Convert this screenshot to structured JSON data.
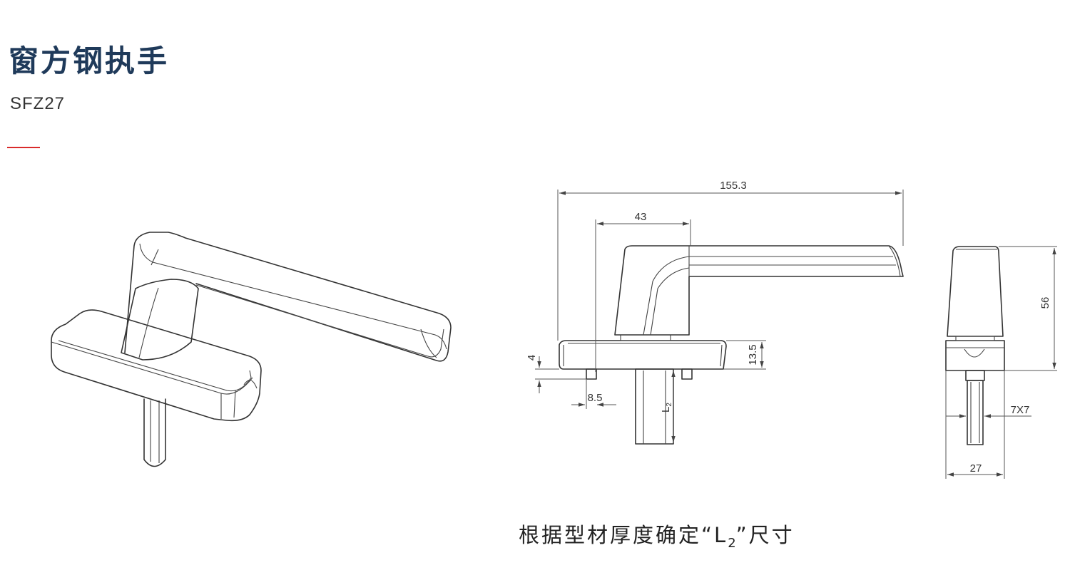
{
  "header": {
    "title": "窗方钢执手",
    "model": "SFZ27",
    "accent_color": "#d92b2b",
    "title_color": "#1f3a5a"
  },
  "drawing": {
    "dimensions": {
      "overall_length": "155.3",
      "handle_offset": "43",
      "base_height_13_5": "13.5",
      "base_step_4": "4",
      "pin_offset": "8.5",
      "spindle_length": "L",
      "spindle_length_sub": "2",
      "total_height": "56",
      "spindle_size": "7X7",
      "side_width": "27"
    }
  },
  "footer": {
    "caption_prefix": "根据型材厚度确定“",
    "caption_var": "L",
    "caption_sub": "2",
    "caption_suffix": "”尺寸"
  }
}
